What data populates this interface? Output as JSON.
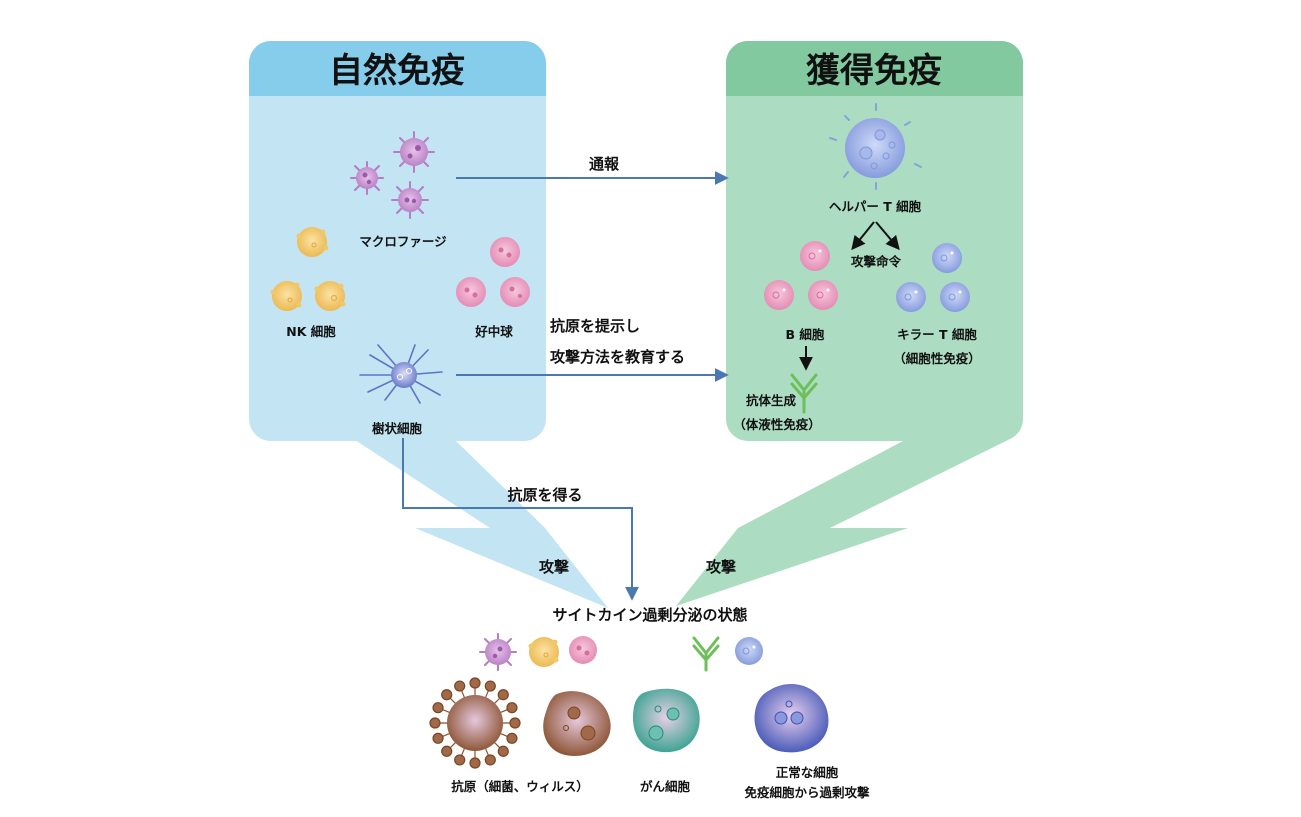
{
  "panels": {
    "innate": {
      "title": "自然免疫",
      "header_color": "#86cdec",
      "body_color": "#c2e4f3"
    },
    "acquired": {
      "title": "獲得免疫",
      "header_color": "#82c9a0",
      "body_color": "#acdcc1"
    }
  },
  "innate_cells": {
    "macrophage": "マクロファージ",
    "nk_cell": "NK 細胞",
    "neutrophil": "好中球",
    "dendritic_cell": "樹状細胞"
  },
  "acquired_cells": {
    "helper_t": "ヘルパー T 細胞",
    "attack_order": "攻撃命令",
    "b_cell": "B 細胞",
    "killer_t": "キラー T 細胞",
    "cellular_immunity": "（細胞性免疫）",
    "antibody_production": "抗体生成",
    "humoral_immunity": "（体液性免疫）"
  },
  "flows": {
    "notify": "通報",
    "present_antigen_line1": "抗原を提示し",
    "present_antigen_line2": "攻撃方法を教育する",
    "obtain_antigen": "抗原を得る",
    "attack_left": "攻撃",
    "attack_right": "攻撃"
  },
  "bottom": {
    "state_title": "サイトカイン過剰分泌の状態",
    "antigen": "抗原（細菌、ウィルス）",
    "cancer_cell": "がん細胞",
    "normal_cell_line1": "正常な細胞",
    "normal_cell_line2": "免疫細胞から過剰攻撃"
  },
  "colors": {
    "arrow_blue": "#4a78b0",
    "antibody_green": "#6dbf5a",
    "macrophage": "#c98fd0",
    "nk": "#f2c35a",
    "neutrophil": "#ec9bbf",
    "tcell": "#8ea4e0",
    "antigen_brown": "#8a5230",
    "cancer_teal": "#3aa593",
    "normal_blue": "#4a5cb8"
  }
}
